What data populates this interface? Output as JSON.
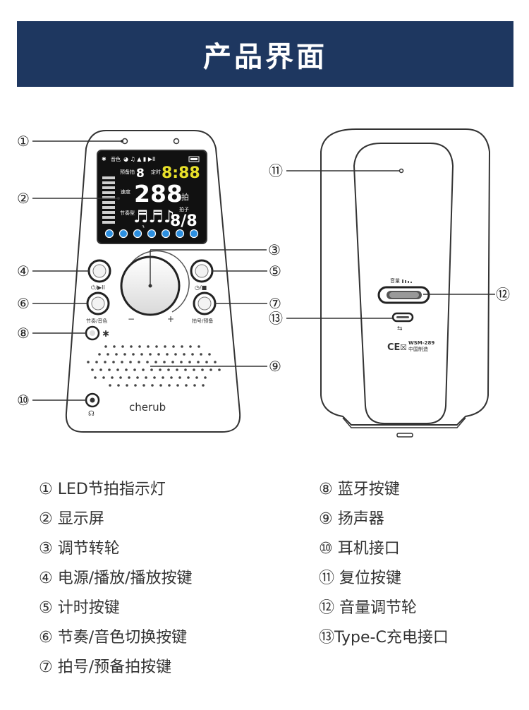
{
  "title": "产品界面",
  "front": {
    "lcd": {
      "status_text": "音色",
      "beat_label": "预备拍",
      "beat_digit": "8",
      "timer_label": "定时",
      "timer_value": "8:88",
      "speed_label": "速度",
      "speed_value": "288",
      "speed_unit": "拍",
      "rhythm_label": "节奏型",
      "meter_label": "拍子",
      "meter_value": "8/8",
      "triplet_mark": "3"
    },
    "button_labels": {
      "power": "⏻/▶II",
      "timer": "◷/■",
      "rhythm": "节奏/音色",
      "beat": "拍号/预备",
      "minus": "−",
      "plus": "+"
    },
    "brand": "cherub"
  },
  "back": {
    "volume_label": "音量",
    "model": "WSM-289",
    "made_in": "中国制造",
    "ce_mark": "CE"
  },
  "callouts": [
    "①",
    "②",
    "③",
    "④",
    "⑤",
    "⑥",
    "⑦",
    "⑧",
    "⑨",
    "⑩",
    "⑪",
    "⑫",
    "⑬"
  ],
  "legend_left": [
    "① LED节拍指示灯",
    "② 显示屏",
    "③ 调节转轮",
    "④ 电源/播放/播放按键",
    "⑤ 计时按键",
    "⑥ 节奏/音色切换按键",
    "⑦ 拍号/预备拍按键"
  ],
  "legend_right": [
    "⑧ 蓝牙按键",
    "⑨ 扬声器",
    "⑩ 耳机接口",
    "⑪ 复位按键",
    "⑫ 音量调节轮",
    "⑬Type-C充电接口"
  ]
}
